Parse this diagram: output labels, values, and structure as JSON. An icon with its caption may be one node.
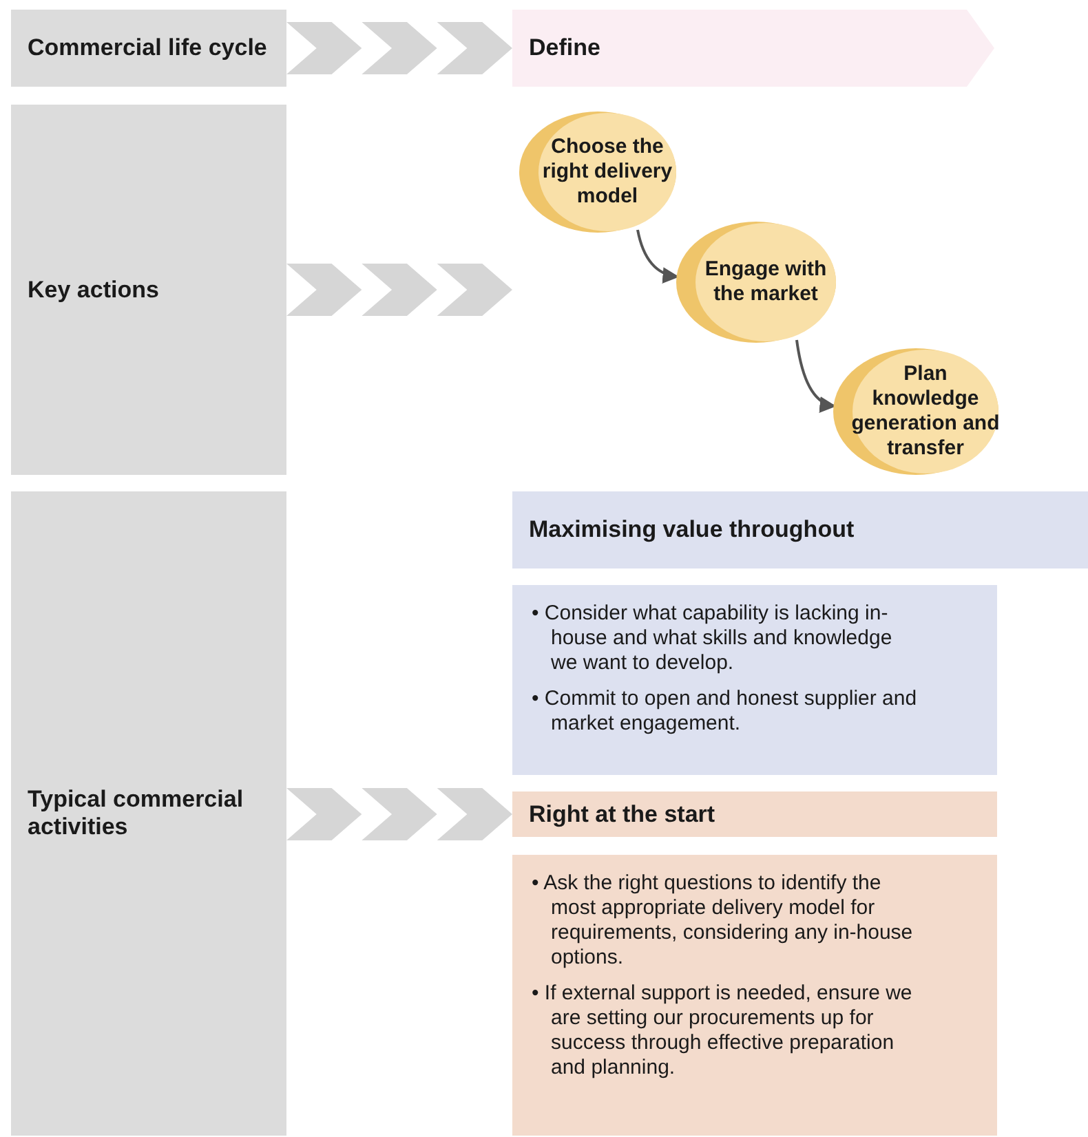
{
  "diagram": {
    "nodes": [
      {
        "text": [
          "Commercial life cycle"
        ]
      },
      {
        "text": [
          "Define"
        ]
      },
      {
        "text": [
          "Key actions"
        ]
      },
      {
        "text": [
          "Choose the right delivery model"
        ]
      },
      {
        "text": [
          "Engage with the market"
        ]
      },
      {
        "text": [
          "Plan knowledge generation and transfer"
        ]
      },
      {
        "text": [
          "Typical commercial activities"
        ]
      },
      {
        "text": [
          "Maximising value throughout"
        ]
      },
      {
        "text": [
          "• Consider what capability is lacking in-house and what skills and knowledge we want to develop.",
          "• Commit to open and honest supplier and market engagement."
        ]
      },
      {
        "text": [
          "Right at the start"
        ]
      },
      {
        "text": [
          "• Ask the right questions to identify the most appropriate delivery model for requirements, considering any in-house options.",
          "• If external support is needed, ensure we are setting our procurements up for success through effective preparation and planning."
        ]
      }
    ],
    "edges": [
      {
        "from": 0,
        "to": 1,
        "arrow": "to"
      },
      {
        "from": 2,
        "to": null,
        "arrow": "to"
      },
      {
        "from": 6,
        "to": 9,
        "arrow": "to"
      },
      {
        "from": 3,
        "to": 4,
        "arrow": "to"
      },
      {
        "from": 4,
        "to": 5,
        "arrow": "to"
      }
    ]
  }
}
